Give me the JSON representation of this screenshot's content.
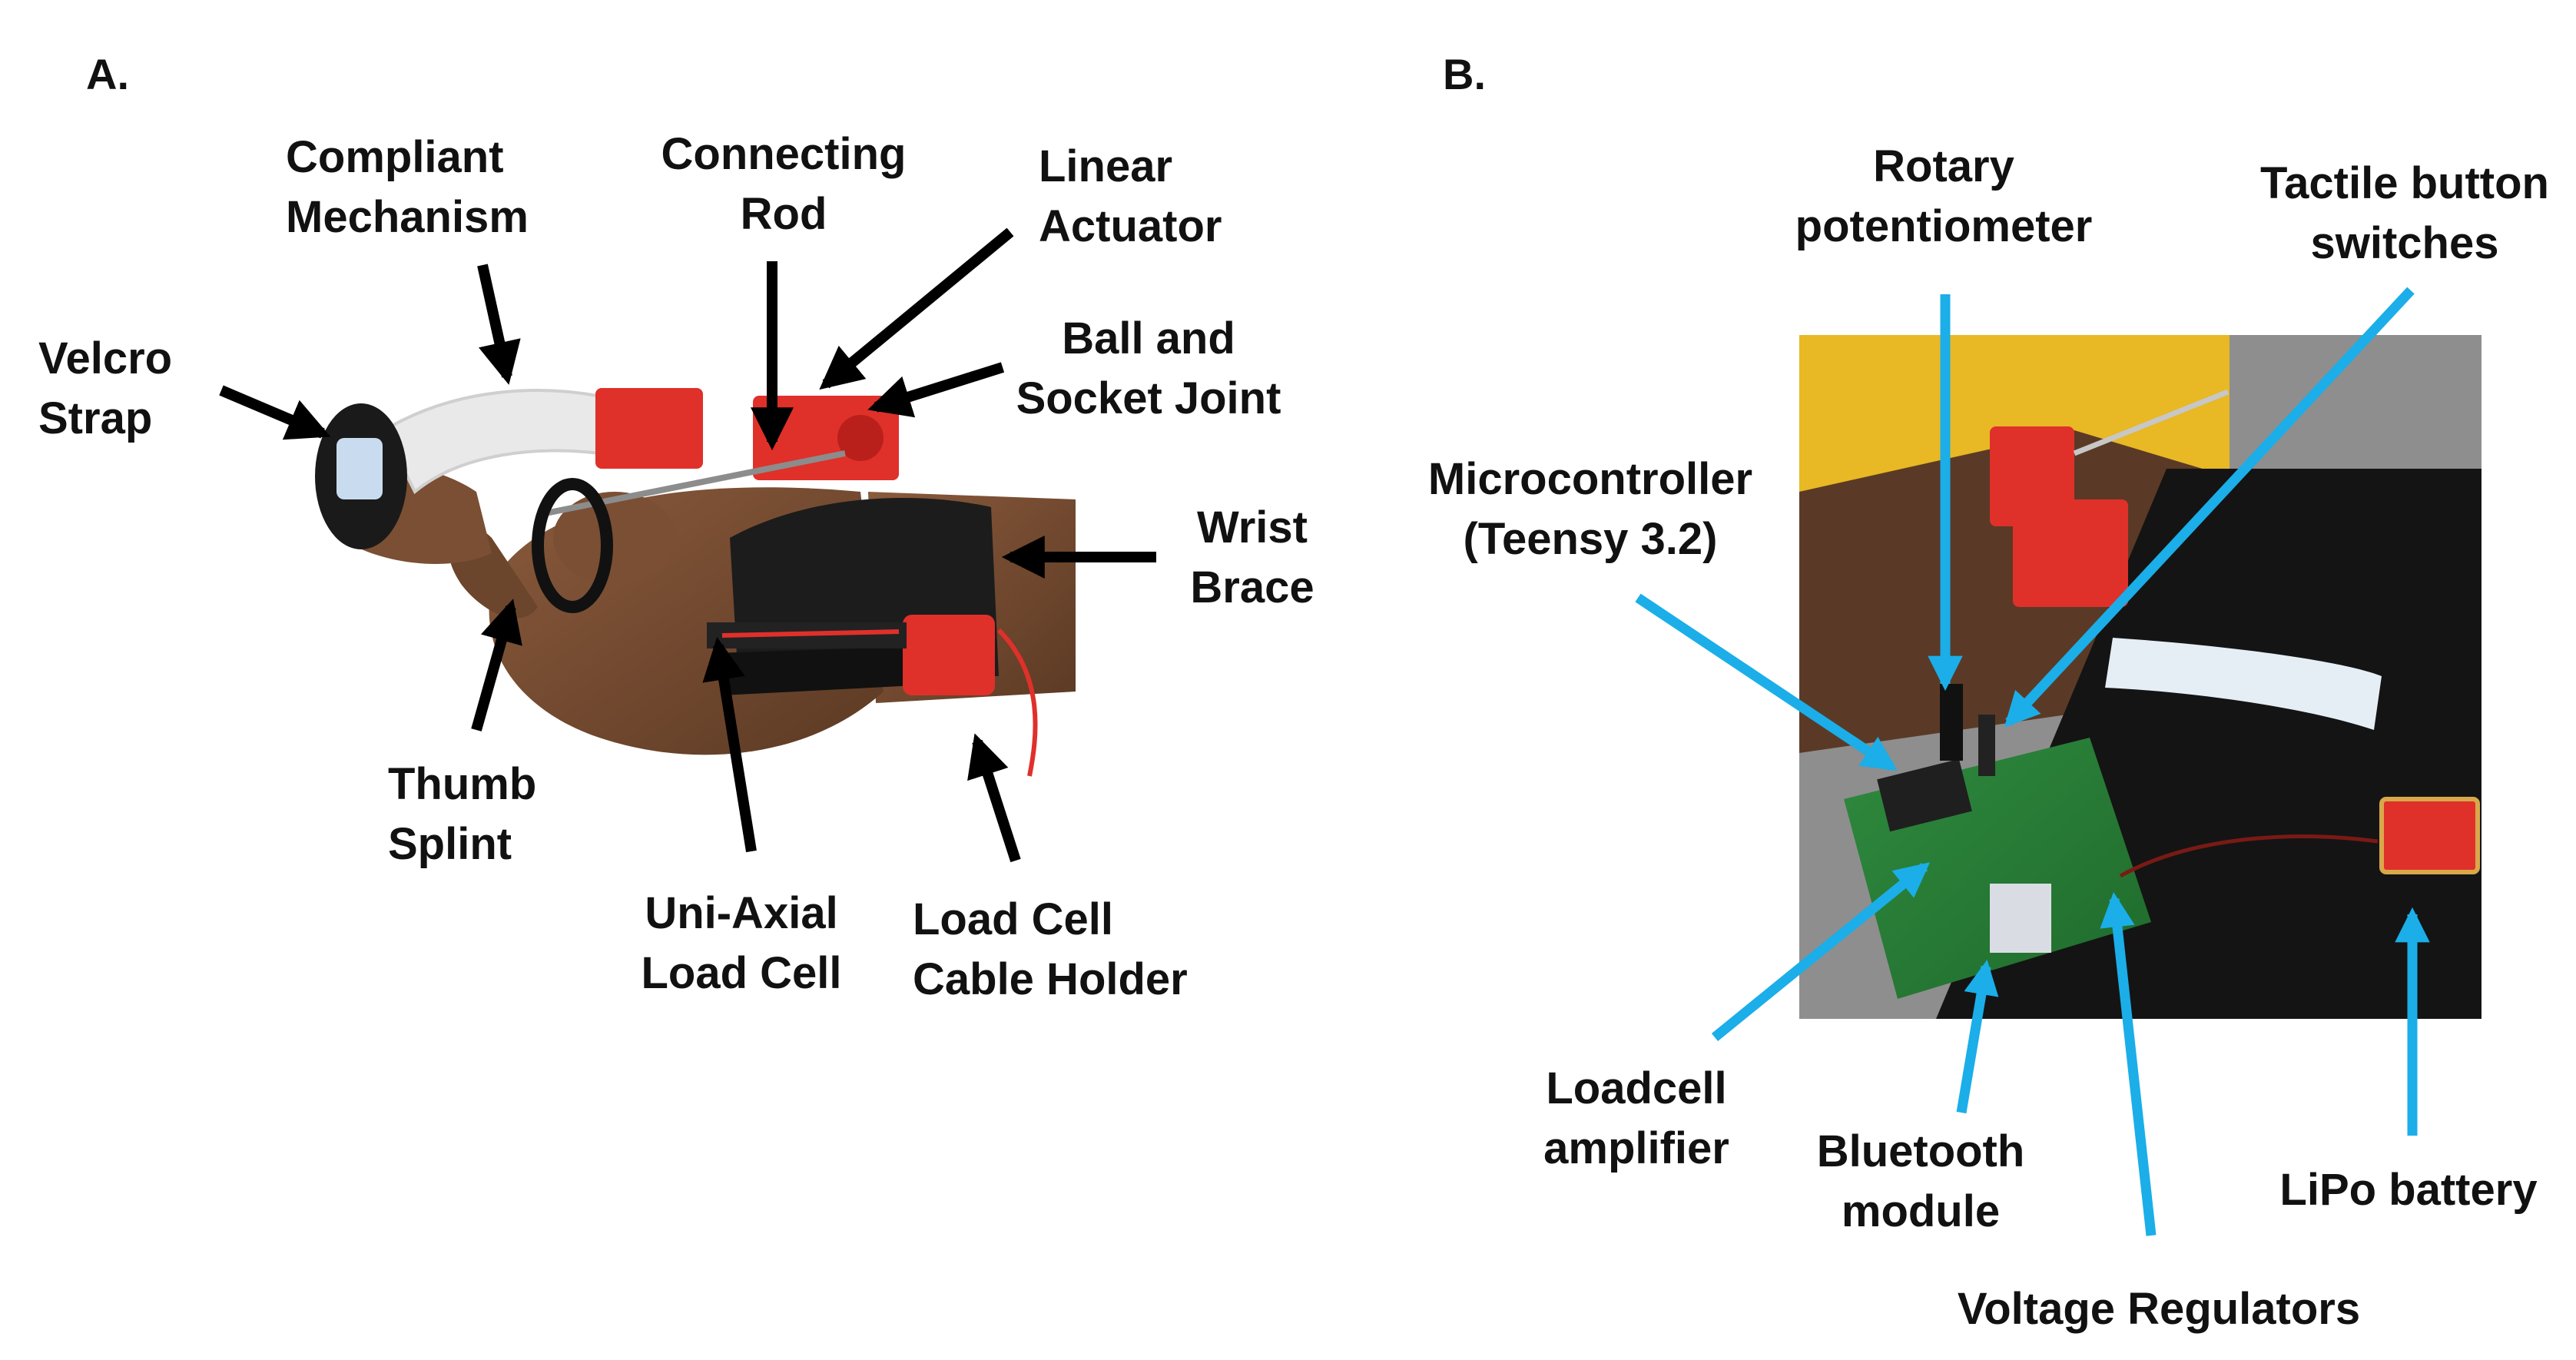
{
  "panel_a": {
    "letter": "A.",
    "labels": {
      "velcro": [
        "Velcro",
        "Strap"
      ],
      "compliant": [
        "Compliant",
        "Mechanism"
      ],
      "connecting": [
        "Connecting",
        "Rod"
      ],
      "linear": [
        "Linear",
        "Actuator"
      ],
      "ball": [
        "Ball and",
        "Socket Joint"
      ],
      "wrist": [
        "Wrist",
        "Brace"
      ],
      "thumb": [
        "Thumb",
        "Splint"
      ],
      "uniaxial": [
        "Uni-Axial",
        "Load Cell"
      ],
      "cableholder": [
        "Load Cell",
        "Cable Holder"
      ]
    }
  },
  "panel_b": {
    "letter": "B.",
    "labels": {
      "rotary": [
        "Rotary",
        "potentiometer"
      ],
      "tactile": [
        "Tactile button",
        "switches"
      ],
      "micro": [
        "Microcontroller",
        "(Teensy 3.2)"
      ],
      "loadcell_amp": [
        "Loadcell",
        "amplifier"
      ],
      "bluetooth": [
        "Bluetooth",
        "module"
      ],
      "voltage": [
        "Voltage Regulators"
      ],
      "lipo": [
        "LiPo battery"
      ]
    }
  },
  "colors": {
    "arrow_black": "#000000",
    "arrow_blue": "#1BAEE8",
    "device_red": "#E0302A"
  }
}
